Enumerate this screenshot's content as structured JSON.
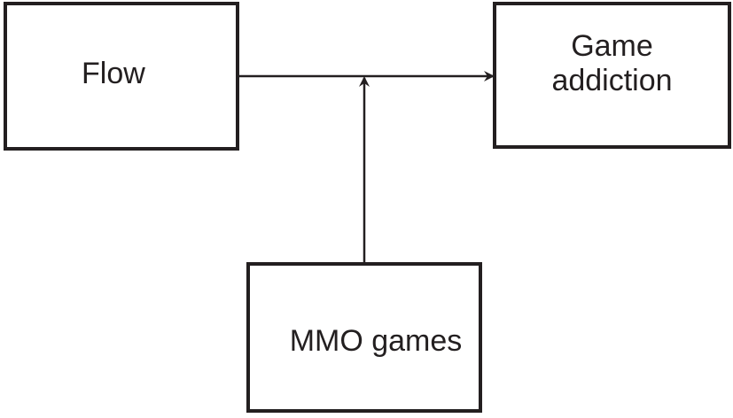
{
  "nodes": {
    "flow": {
      "label": "Flow"
    },
    "game_addiction": {
      "label_line1": "Game",
      "label_line2": "addiction"
    },
    "mmo_games": {
      "label": "MMO games"
    }
  },
  "edges": [
    {
      "from": "Flow",
      "to": "Game addiction"
    },
    {
      "from": "MMO games",
      "to": "Flow → Game addiction"
    }
  ],
  "colors": {
    "stroke": "#231f20",
    "background": "#ffffff"
  }
}
